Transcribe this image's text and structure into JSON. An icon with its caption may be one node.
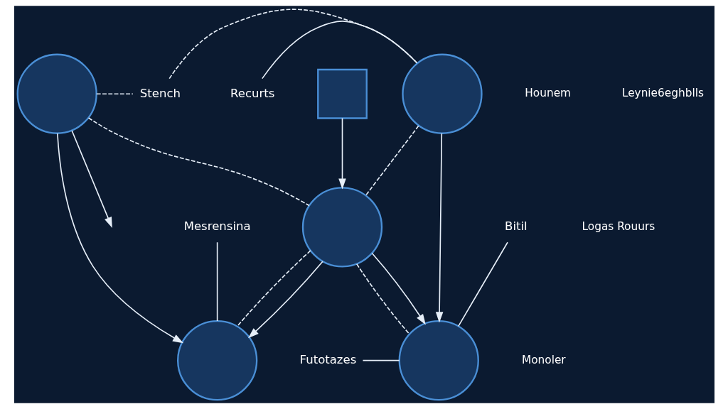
{
  "diagram": {
    "nodes": [
      {
        "text": [],
        "shape": "circle"
      },
      {
        "text": [],
        "shape": "circle"
      },
      {
        "text": [],
        "shape": "circle"
      },
      {
        "text": [],
        "shape": "circle"
      },
      {
        "text": [],
        "shape": "circle"
      },
      {
        "text": [
          "Stench"
        ]
      },
      {
        "text": [],
        "shape": "box"
      },
      {
        "text": [
          "Recurts"
        ]
      },
      {
        "text": [
          "Bitil"
        ]
      },
      {
        "text": [
          "Mesrensina"
        ]
      },
      {
        "text": [
          "Futotazes"
        ]
      }
    ],
    "edges": [
      {
        "from": 0,
        "to": null,
        "arrow": "to"
      },
      {
        "from": 0,
        "to": 5,
        "arrow": "none",
        "style": "dashed"
      },
      {
        "from": 5,
        "to": 1,
        "arrow": "none",
        "style": "dashed"
      },
      {
        "from": 6,
        "to": 2,
        "arrow": "to"
      },
      {
        "from": 7,
        "to": 1,
        "arrow": "none"
      },
      {
        "from": 0,
        "to": 3,
        "arrow": "to"
      },
      {
        "from": 0,
        "to": 2,
        "arrow": "none",
        "style": "dashed"
      },
      {
        "from": 1,
        "to": 2,
        "arrow": "none",
        "style": "dashed"
      },
      {
        "from": 2,
        "to": 3,
        "arrow": "none",
        "style": "dashed"
      },
      {
        "from": 2,
        "to": 4,
        "arrow": "none",
        "style": "dashed"
      },
      {
        "from": 1,
        "to": 4,
        "arrow": "to"
      },
      {
        "from": 8,
        "to": 4,
        "arrow": "none"
      },
      {
        "from": 2,
        "to": 3,
        "arrow": "to"
      },
      {
        "from": 2,
        "to": 4,
        "arrow": "to"
      },
      {
        "from": 9,
        "to": 3,
        "arrow": "none"
      },
      {
        "from": 10,
        "to": 4,
        "arrow": "none"
      }
    ],
    "labels": [
      "Hounem",
      "Leynie6eghblls",
      "Logas Rouurs",
      "Monoler"
    ]
  }
}
